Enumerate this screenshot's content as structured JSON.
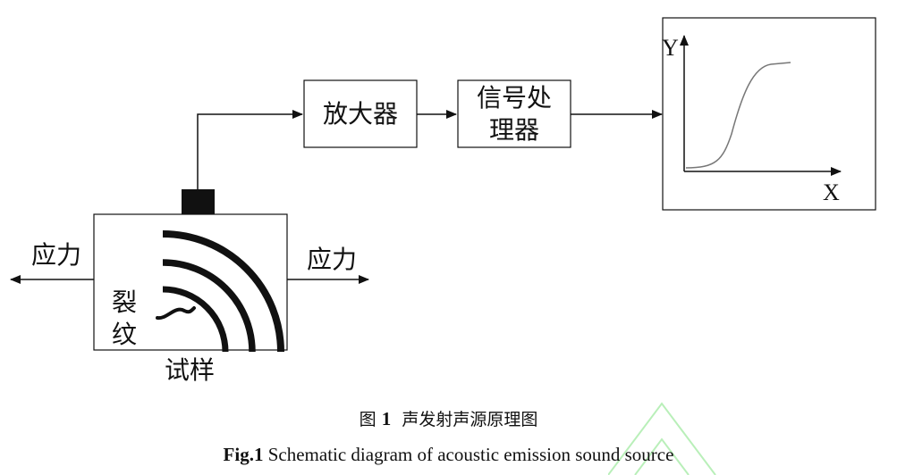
{
  "diagram": {
    "amplifier": "放大器",
    "signal_processor_line1": "信号处",
    "signal_processor_line2": "理器",
    "stress_left": "应力",
    "stress_right": "应力",
    "crack_line1": "裂",
    "crack_line2": "纹",
    "specimen": "试样",
    "axis_y": "Y",
    "axis_x": "X"
  },
  "caption": {
    "cn_prefix": "图",
    "cn_number": "1",
    "cn_title": "声发射声源原理图",
    "en_prefix": "Fig.1",
    "en_title": "Schematic diagram of acoustic emission sound source"
  },
  "colors": {
    "line": "#111111",
    "curve": "#777777",
    "watermark": "#9be89b"
  }
}
